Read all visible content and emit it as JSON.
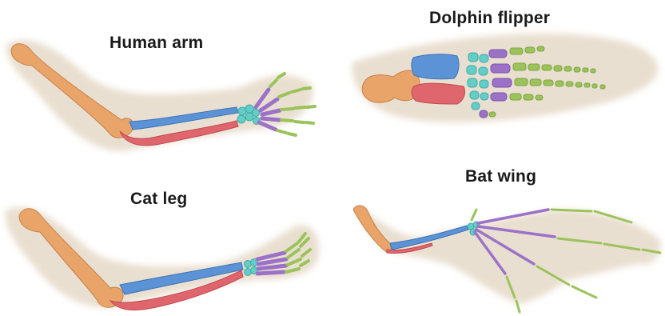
{
  "labels": {
    "human_arm": "Human arm",
    "dolphin_flipper": "Dolphin flipper",
    "cat_leg": "Cat leg",
    "bat_wing": "Bat wing"
  },
  "legend_colors": {
    "humerus": "#e9a46a",
    "radius": "#5b93d6",
    "ulna": "#e0666d",
    "carpals": "#63cdc7",
    "metacarpals": "#9b72c7",
    "phalanges": "#9cc35b",
    "skin": "#e7dccb"
  }
}
